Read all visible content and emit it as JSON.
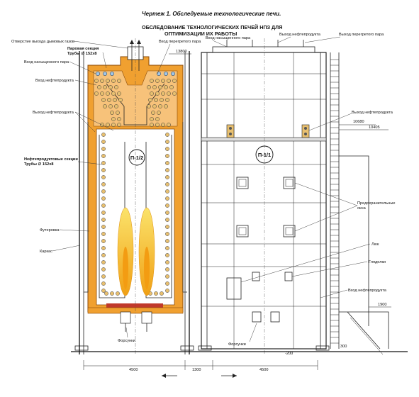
{
  "caption": "Чертеж 1.  Обследуемые технологические печи.",
  "header": {
    "line1": "ОБСЛЕДОВАНИЕ  ТЕХНОЛОГИЧЕСКИХ  ПЕЧЕЙ НПЗ ДЛЯ",
    "line2": "ОПТИМИЗАЦИИ  ИХ РАБОТЫ"
  },
  "furnaces": {
    "left": "П-1/2",
    "right": "П-1/1"
  },
  "left_labels": {
    "flue_gas_outlet": "Отверстие выхода дымовых газов",
    "steam_section_line1": "Паровая секция",
    "steam_section_line2": "Трубы ∅ 152х8",
    "saturated_steam_in": "Вход насыщенного пара",
    "oil_in": "Вход нефтепродукта",
    "oil_out": "Выход  нефтепродукта",
    "oil_sections_line1": "Нефтепродуктовые секции",
    "oil_sections_line2": "Трубы ∅ 152х8",
    "lining": "Футеровка",
    "frame": "Каркас",
    "burners": "Форсунки"
  },
  "center_labels": {
    "superheated_steam_in": "Вход перегретого пара"
  },
  "right_labels": {
    "saturated_steam_in": "Вход насыщенного пара",
    "oil_out_top": "Выход нефтепродукта",
    "superheated_steam_out": "Выход перегретого пара",
    "oil_out_mid": "Выход нефтепродукта",
    "safety_windows_line1": "Предохранительные",
    "safety_windows_line2": "окна",
    "hatch": "Люк",
    "peepholes": "Гляделки",
    "oil_in": "Вход нефтепродукта",
    "burners": "Форсунки"
  },
  "dimensions": {
    "elev_top": "13800",
    "elev_10680": "10680",
    "elev_10405": "10405",
    "elev_1900": "1900",
    "elev_300": "300",
    "elev_minus200": "-200",
    "width_left": "4500",
    "width_gap": "1300",
    "width_right": "4500"
  },
  "colors": {
    "lining": "#f0a030",
    "frame": "#c96a10",
    "tube": "#e8c070",
    "flame_outer": "#f6c90e",
    "flame_inner": "#f39c12",
    "steam_tube": "#9fc5e8",
    "burner": "#c0392b"
  }
}
